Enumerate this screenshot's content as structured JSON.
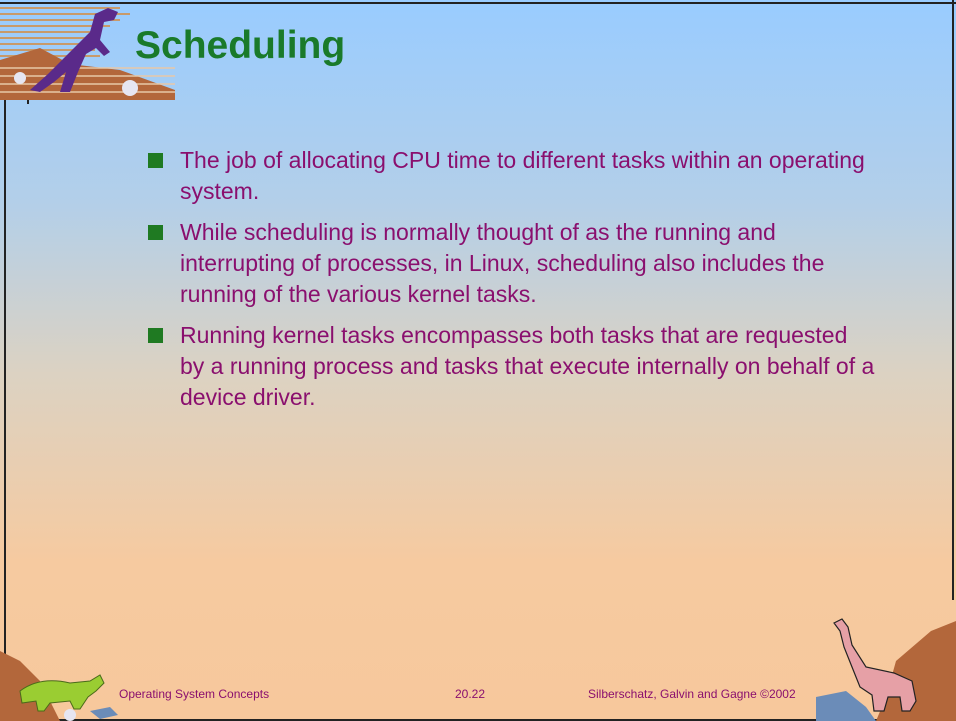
{
  "slide": {
    "title": "Scheduling",
    "bullets": [
      "The job of allocating CPU time to different tasks within an operating system.",
      "While scheduling is normally thought of as the running and interrupting of processes, in Linux, scheduling also includes the running of the various kernel tasks.",
      "Running kernel tasks encompasses both tasks that are requested by a running process and tasks that execute internally on behalf of a device driver."
    ],
    "footer": {
      "left": "Operating System Concepts",
      "center": "20.22",
      "right": "Silberschatz, Galvin and  Gagne ©2002"
    }
  },
  "colors": {
    "title": "#1a7a2a",
    "text": "#8a0f6e",
    "bullet_marker": "#1f7a22",
    "gradient_top": "#99ccff",
    "gradient_bottom": "#f7c89c"
  },
  "icons": [
    "dinosaur-logo-icon",
    "triceratops-icon",
    "brontosaurus-icon"
  ]
}
